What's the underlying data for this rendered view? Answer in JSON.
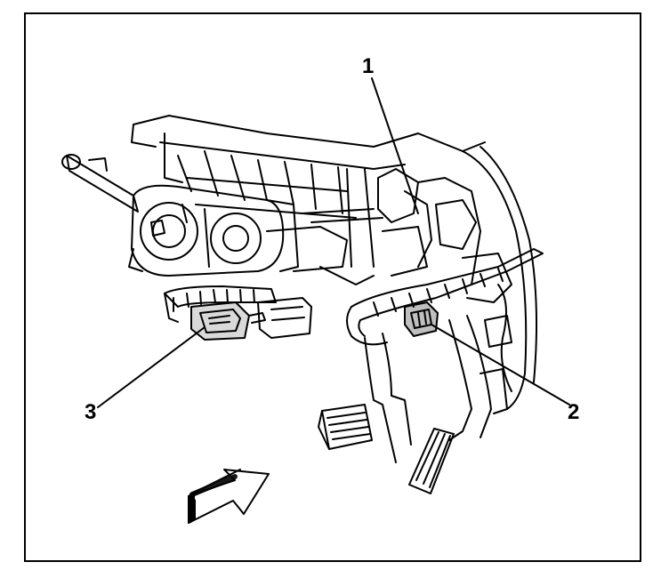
{
  "colors": {
    "ink": "#000000",
    "paper": "#ffffff"
  },
  "callouts": [
    {
      "id": "1",
      "label": "1"
    },
    {
      "id": "2",
      "label": "2"
    },
    {
      "id": "3",
      "label": "3"
    }
  ],
  "icons": {
    "direction_arrow": "view-direction-arrow-icon"
  }
}
